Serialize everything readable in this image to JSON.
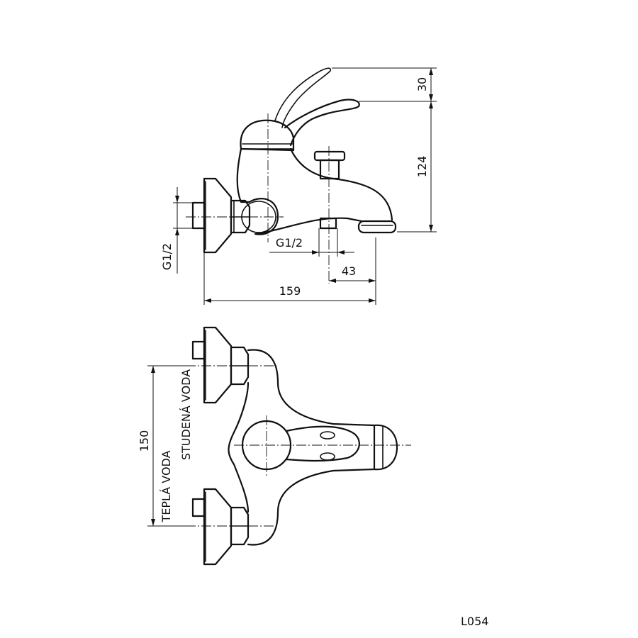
{
  "side_view": {
    "dim_total_length": "159",
    "dim_outlet_offset": "43",
    "dim_height": "124",
    "dim_lever_rise": "30",
    "thread_inlet": "G1/2",
    "thread_outlet": "G1/2"
  },
  "top_view": {
    "dim_inlet_spacing": "150",
    "label_cold_water": "STUDENÁ VODA",
    "label_hot_water": "TEPLÁ VODA"
  },
  "model_code": "L054"
}
